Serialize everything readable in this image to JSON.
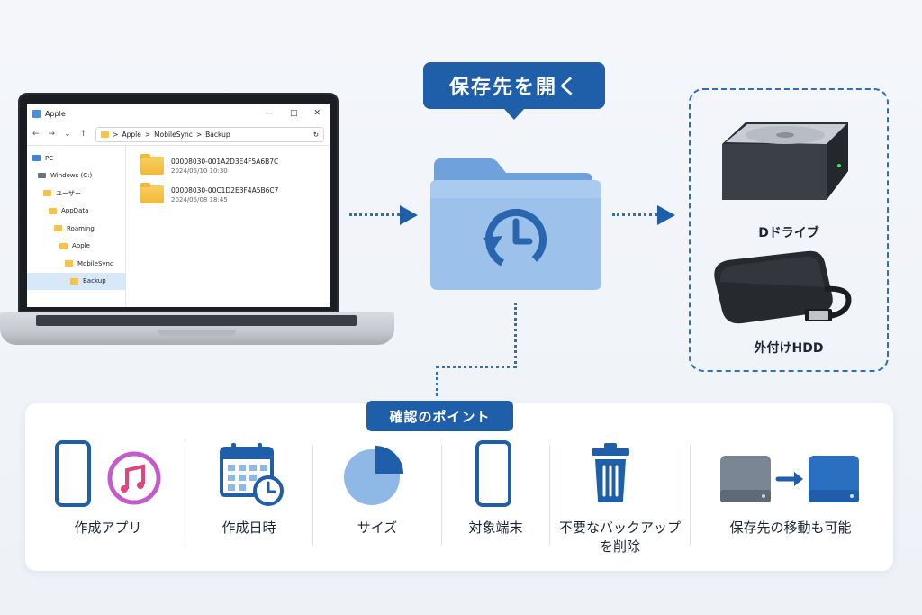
{
  "explorer": {
    "window_title": "Apple",
    "minimize": "—",
    "maximize": "□",
    "close": "✕",
    "nav_back": "←",
    "nav_forward": "→",
    "nav_dropdown": "⌄",
    "nav_up": "↑",
    "breadcrumb_sep": ">",
    "breadcrumb": [
      "Apple",
      "MobileSync",
      "Backup"
    ],
    "refresh": "↻",
    "tree": [
      {
        "label": "PC",
        "icon": "pc-icon",
        "indent": 0
      },
      {
        "label": "Windows (C:)",
        "icon": "drive-icon",
        "indent": 1
      },
      {
        "label": "ユーザー",
        "icon": "folder-icon",
        "indent": 2
      },
      {
        "label": "AppData",
        "icon": "folder-icon",
        "indent": 3
      },
      {
        "label": "Roaming",
        "icon": "folder-icon",
        "indent": 4
      },
      {
        "label": "Apple",
        "icon": "folder-icon",
        "indent": 5
      },
      {
        "label": "MobileSync",
        "icon": "folder-icon",
        "indent": 6
      },
      {
        "label": "Backup",
        "icon": "folder-icon",
        "indent": 7,
        "selected": true
      }
    ],
    "files": [
      {
        "name": "00008030-001A2D3E4F5A6B7C",
        "date": "2024/05/10 10:30"
      },
      {
        "name": "00008030-00C1D2E3F4A5B6C7",
        "date": "2024/05/08 18:45"
      }
    ]
  },
  "callout": {
    "label": "保存先を開く"
  },
  "storage": {
    "d_drive": "Dドライブ",
    "external_hdd": "外付けHDD"
  },
  "points": {
    "badge": "確認のポイント",
    "items": [
      {
        "label": "作成アプリ",
        "icon": "phone-itunes-icon"
      },
      {
        "label": "作成日時",
        "icon": "calendar-clock-icon"
      },
      {
        "label": "サイズ",
        "icon": "pie-chart-icon"
      },
      {
        "label": "対象端末",
        "icon": "smartphone-icon"
      },
      {
        "label_line1": "不要なバックアップ",
        "label_line2": "を削除",
        "icon": "trash-icon"
      },
      {
        "label": "保存先の移動も可能",
        "icon": "drive-move-icon"
      }
    ]
  },
  "colors": {
    "accent": "#1f5ea8",
    "folder_yellow": "#f5c24b",
    "folder_blue": "#8fb8e6"
  }
}
